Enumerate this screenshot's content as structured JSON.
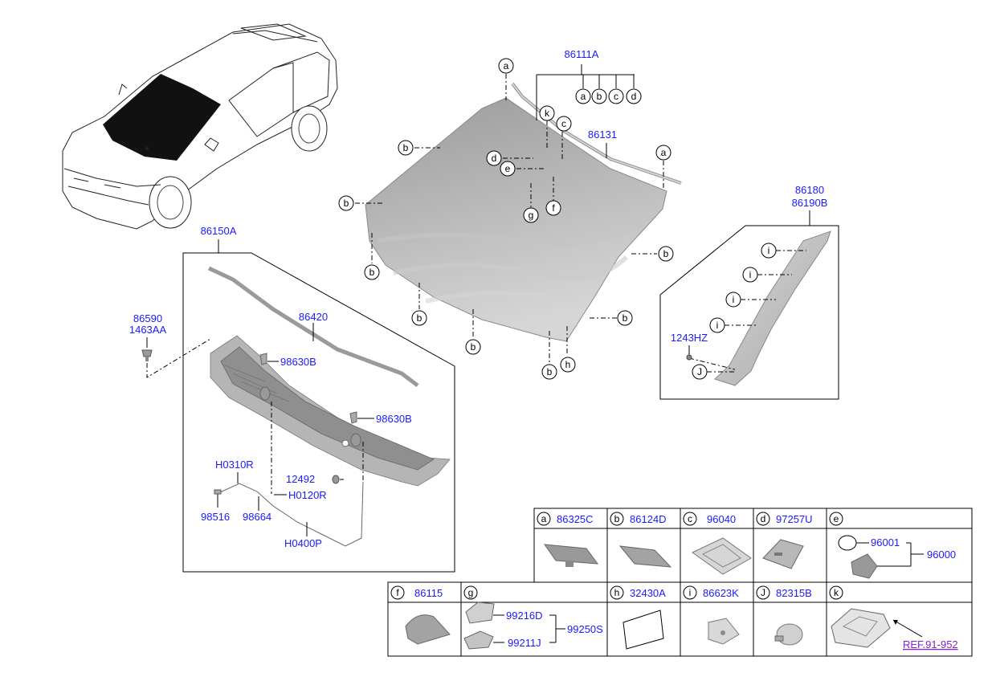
{
  "callouts": {
    "a": "a",
    "b": "b",
    "c": "c",
    "d": "d",
    "e": "e",
    "f": "f",
    "g": "g",
    "h": "h",
    "i": "i",
    "j": "J",
    "k": "k"
  },
  "parts": {
    "windshield_set": "86111A",
    "glass_molding": "86131",
    "cowl_assy": "86150A",
    "cowl_seal": "86420",
    "grommet_1": "86590",
    "grommet_2": "1463AA",
    "nozzle_1": "98630B",
    "nozzle_2": "98630B",
    "hose_1": "H0310R",
    "hose_2": "H0120R",
    "hose_3": "H0400P",
    "clip_12492": "12492",
    "connector_98516": "98516",
    "connector_98664": "98664",
    "pillar_trim_1": "86180",
    "pillar_trim_2": "86190B",
    "screw_1243hz": "1243HZ"
  },
  "table": {
    "row1": [
      {
        "key": "a",
        "part": "86325C"
      },
      {
        "key": "b",
        "part": "86124D"
      },
      {
        "key": "c",
        "part": "96040"
      },
      {
        "key": "d",
        "part": "97257U"
      },
      {
        "key": "e",
        "part": ""
      }
    ],
    "row2": [
      {
        "key": "f",
        "part": "86115"
      },
      {
        "key": "g",
        "part": ""
      },
      {
        "key": "h",
        "part": "32430A"
      },
      {
        "key": "i",
        "part": "86623K"
      },
      {
        "key": "J",
        "part": "82315B"
      },
      {
        "key": "k",
        "part": ""
      }
    ],
    "e_sub": {
      "p1": "96001",
      "p2": "96000"
    },
    "g_sub": {
      "p1": "99216D",
      "p2": "99211J",
      "p3": "99250S"
    },
    "k_ref": "REF.91-952"
  },
  "colors": {
    "part_number": "#1a1aff",
    "ref_link": "#8a1fd1",
    "glass": "#b0b0b0"
  }
}
